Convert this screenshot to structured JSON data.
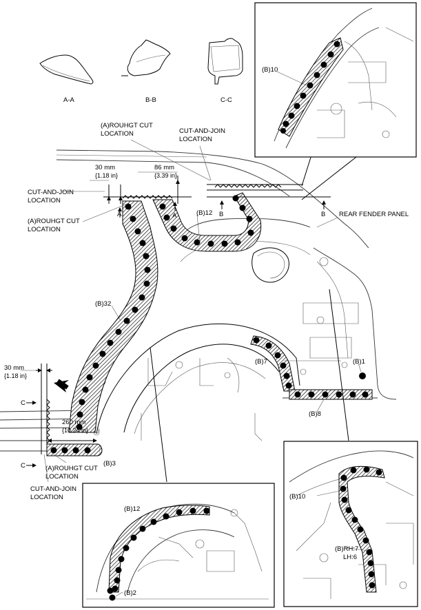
{
  "sections": {
    "aa": "A-A",
    "bb": "B-B",
    "cc": "C-C"
  },
  "labels": {
    "rough_cut_top": "(A)ROUHGT CUT",
    "rough_cut_top_2": "LOCATION",
    "cut_join_top": "CUT-AND-JOIN",
    "cut_join_top_2": "LOCATION",
    "dim_30_top": "30 mm",
    "dim_30_top_in": "{1.18 in}",
    "dim_86": "86 mm",
    "dim_86_in": "{3.39 in}",
    "cut_join_left": "CUT-AND-JOIN",
    "cut_join_left_2": "LOCATION",
    "rough_cut_left": "(A)ROUHGT CUT",
    "rough_cut_left_2": "LOCATION",
    "b12": "(B)12",
    "rear_fender": "REAR FENDER PANEL",
    "b32": "(B)32",
    "b7": "(B)7",
    "b1": "(B)1",
    "dim_30_left": "30 mm",
    "dim_30_left_in": "{1.18 in}",
    "dim_260": "260 mm",
    "dim_260_in": "{10.24 in}",
    "b3": "(B)3",
    "b8": "(B)8",
    "rough_cut_bottom": "(A)ROUHGT CUT",
    "rough_cut_bottom_2": "LOCATION",
    "cut_join_bottom": "CUT-AND-JOIN",
    "cut_join_bottom_2": "LOCATION",
    "inset_top_b10": "(B)10",
    "inset_bl_b12": "(B)12",
    "inset_bl_b2": "(B)2",
    "inset_br_b10": "(B)10",
    "inset_br_rh": "(B)RH:7",
    "inset_br_lh": "LH:6",
    "mark_a": "A",
    "mark_b": "B",
    "mark_c": "C"
  }
}
